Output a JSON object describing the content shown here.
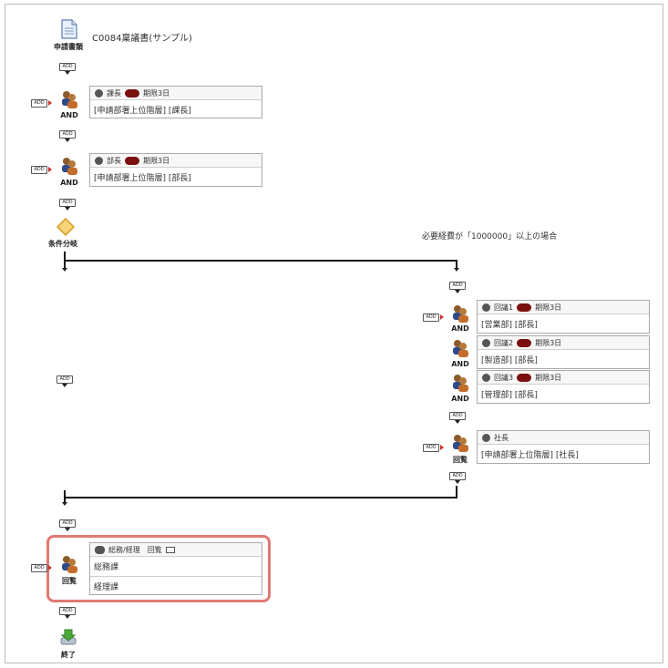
{
  "document": {
    "icon": "document-icon",
    "label": "申請書類",
    "title": "C0084稟議書(サンプル)"
  },
  "add_label": "ADD",
  "nodes": {
    "kacho": {
      "type_label": "AND",
      "header_role": "課長",
      "deadline": "期限3日",
      "body": "[申請部署上位階層] [課長]"
    },
    "bucho": {
      "type_label": "AND",
      "header_role": "部長",
      "deadline": "期限3日",
      "body": "[申請部署上位階層] [部長]"
    },
    "branch": {
      "label": "条件分岐",
      "condition": "必要経費が「1000000」以上の場合"
    },
    "kairin1": {
      "type_label": "AND",
      "header_role": "回議1",
      "deadline": "期限3日",
      "body": "[営業部] [部長]"
    },
    "kairin2": {
      "type_label": "AND",
      "header_role": "回議2",
      "deadline": "期限3日",
      "body": "[製造部] [部長]"
    },
    "kairin3": {
      "type_label": "AND",
      "header_role": "回議3",
      "deadline": "期限3日",
      "body": "[管理部] [部長]"
    },
    "shacho": {
      "type_label": "回覧",
      "header_role": "社長",
      "body": "[申請部署上位階層] [社長]"
    },
    "somu": {
      "type_label": "回覧",
      "header_role": "総務/経理　回覧",
      "rows": [
        "総務課",
        "経理課"
      ]
    },
    "end": {
      "label": "終了"
    }
  }
}
